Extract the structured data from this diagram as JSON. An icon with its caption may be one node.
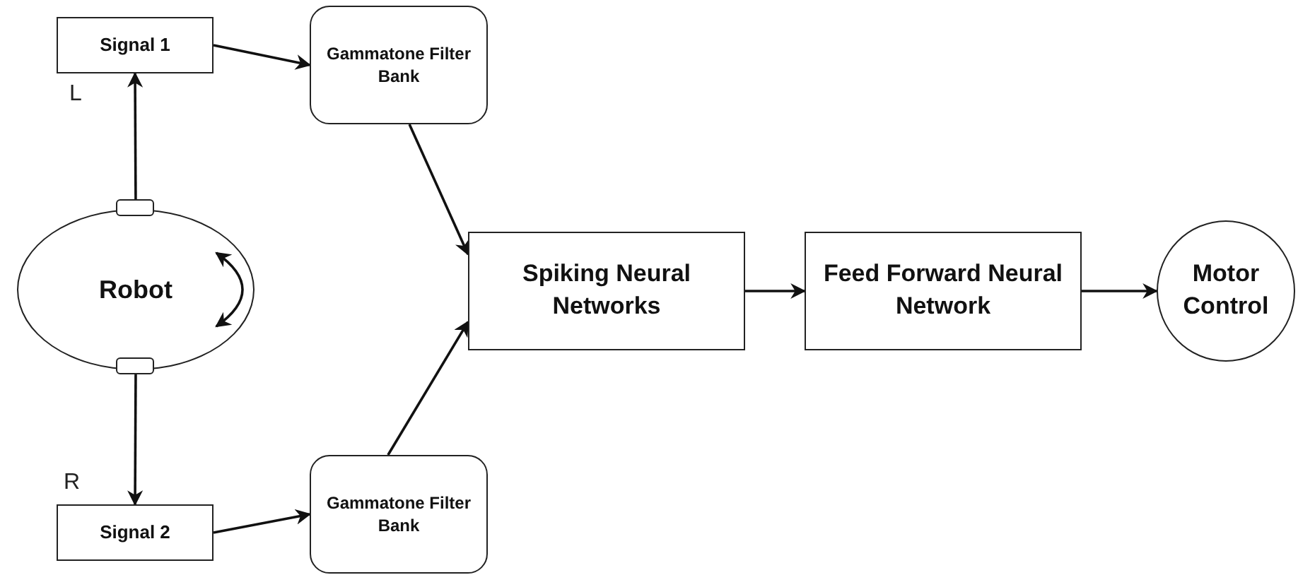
{
  "diagram": {
    "nodes": [
      {
        "text": [
          "Signal 1"
        ]
      },
      {
        "text": [
          "Gammatone Filter Bank"
        ]
      },
      {
        "text": [
          "Robot"
        ]
      },
      {
        "text": [
          "Spiking Neural Networks"
        ]
      },
      {
        "text": [
          "Feed Forward Neural Network"
        ]
      },
      {
        "text": [
          "Motor Control"
        ]
      },
      {
        "text": [
          "Signal 2"
        ]
      },
      {
        "text": [
          "Gammatone Filter Bank"
        ]
      }
    ],
    "edges": [
      {
        "from": 2,
        "to": 0,
        "arrow": "to"
      },
      {
        "from": 0,
        "to": 1,
        "arrow": "to"
      },
      {
        "from": 1,
        "to": 3,
        "arrow": "to"
      },
      {
        "from": 2,
        "to": 6,
        "arrow": "to"
      },
      {
        "from": 6,
        "to": 7,
        "arrow": "to"
      },
      {
        "from": 7,
        "to": 3,
        "arrow": "to"
      },
      {
        "from": 3,
        "to": 4,
        "arrow": "to"
      },
      {
        "from": 4,
        "to": 5,
        "arrow": "to"
      }
    ],
    "labels": [
      "L",
      "R"
    ]
  }
}
